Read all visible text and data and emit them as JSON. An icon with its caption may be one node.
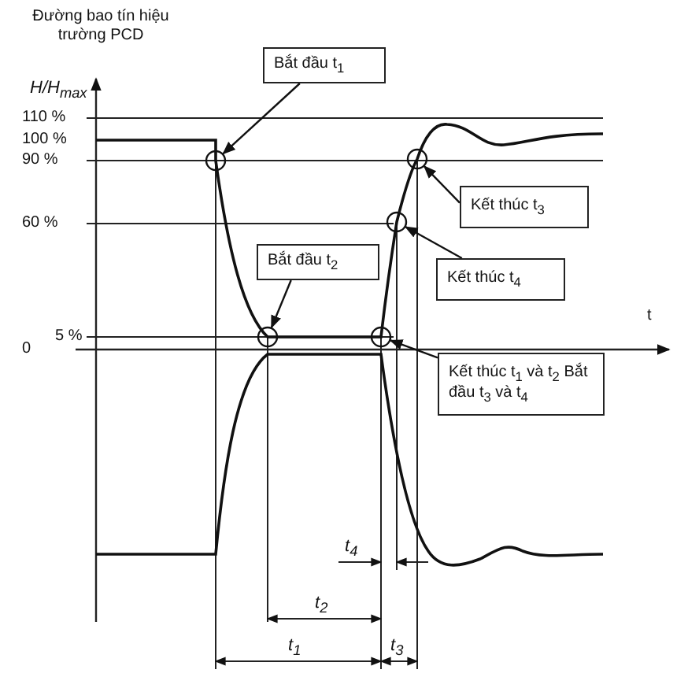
{
  "diagram": {
    "nodes": [
      {
        "text": [
          "Bắt đầu t$_{1}$"
        ]
      },
      {
        "text": [],
        "shape": "circle"
      },
      {
        "text": [
          "Bắt đầu t$_{2}$"
        ]
      },
      {
        "text": [],
        "shape": "circle"
      },
      {
        "text": [
          "Kết thúc t$_{3}$"
        ]
      },
      {
        "text": [],
        "shape": "circle"
      },
      {
        "text": [
          "Kết thúc t$_{4}$"
        ]
      },
      {
        "text": [],
        "shape": "circle"
      },
      {
        "text": [
          "Kết thúc t$_{1}$ và t$_{2}$ Bắt đầu t$_{3}$ và t$_{4}$"
        ]
      },
      {
        "text": [],
        "shape": "circle"
      }
    ],
    "edges": [
      {
        "from": 0,
        "to": 1,
        "arrow": "to"
      },
      {
        "from": 2,
        "to": 3,
        "arrow": "to"
      },
      {
        "from": 4,
        "to": 5,
        "arrow": "to"
      },
      {
        "from": 6,
        "to": 7,
        "arrow": "to"
      },
      {
        "from": 8,
        "to": 9,
        "arrow": "to"
      }
    ],
    "labels": [
      "Đường bao tín hiệu trường PCD",
      "H/H$_{max}$",
      "110 %",
      "100 %",
      "90 %",
      "60 %",
      "5 %",
      "0",
      "t",
      "t$_{4}$",
      "t$_{2}$",
      "t$_{1}$",
      "t$_{3}$"
    ]
  }
}
